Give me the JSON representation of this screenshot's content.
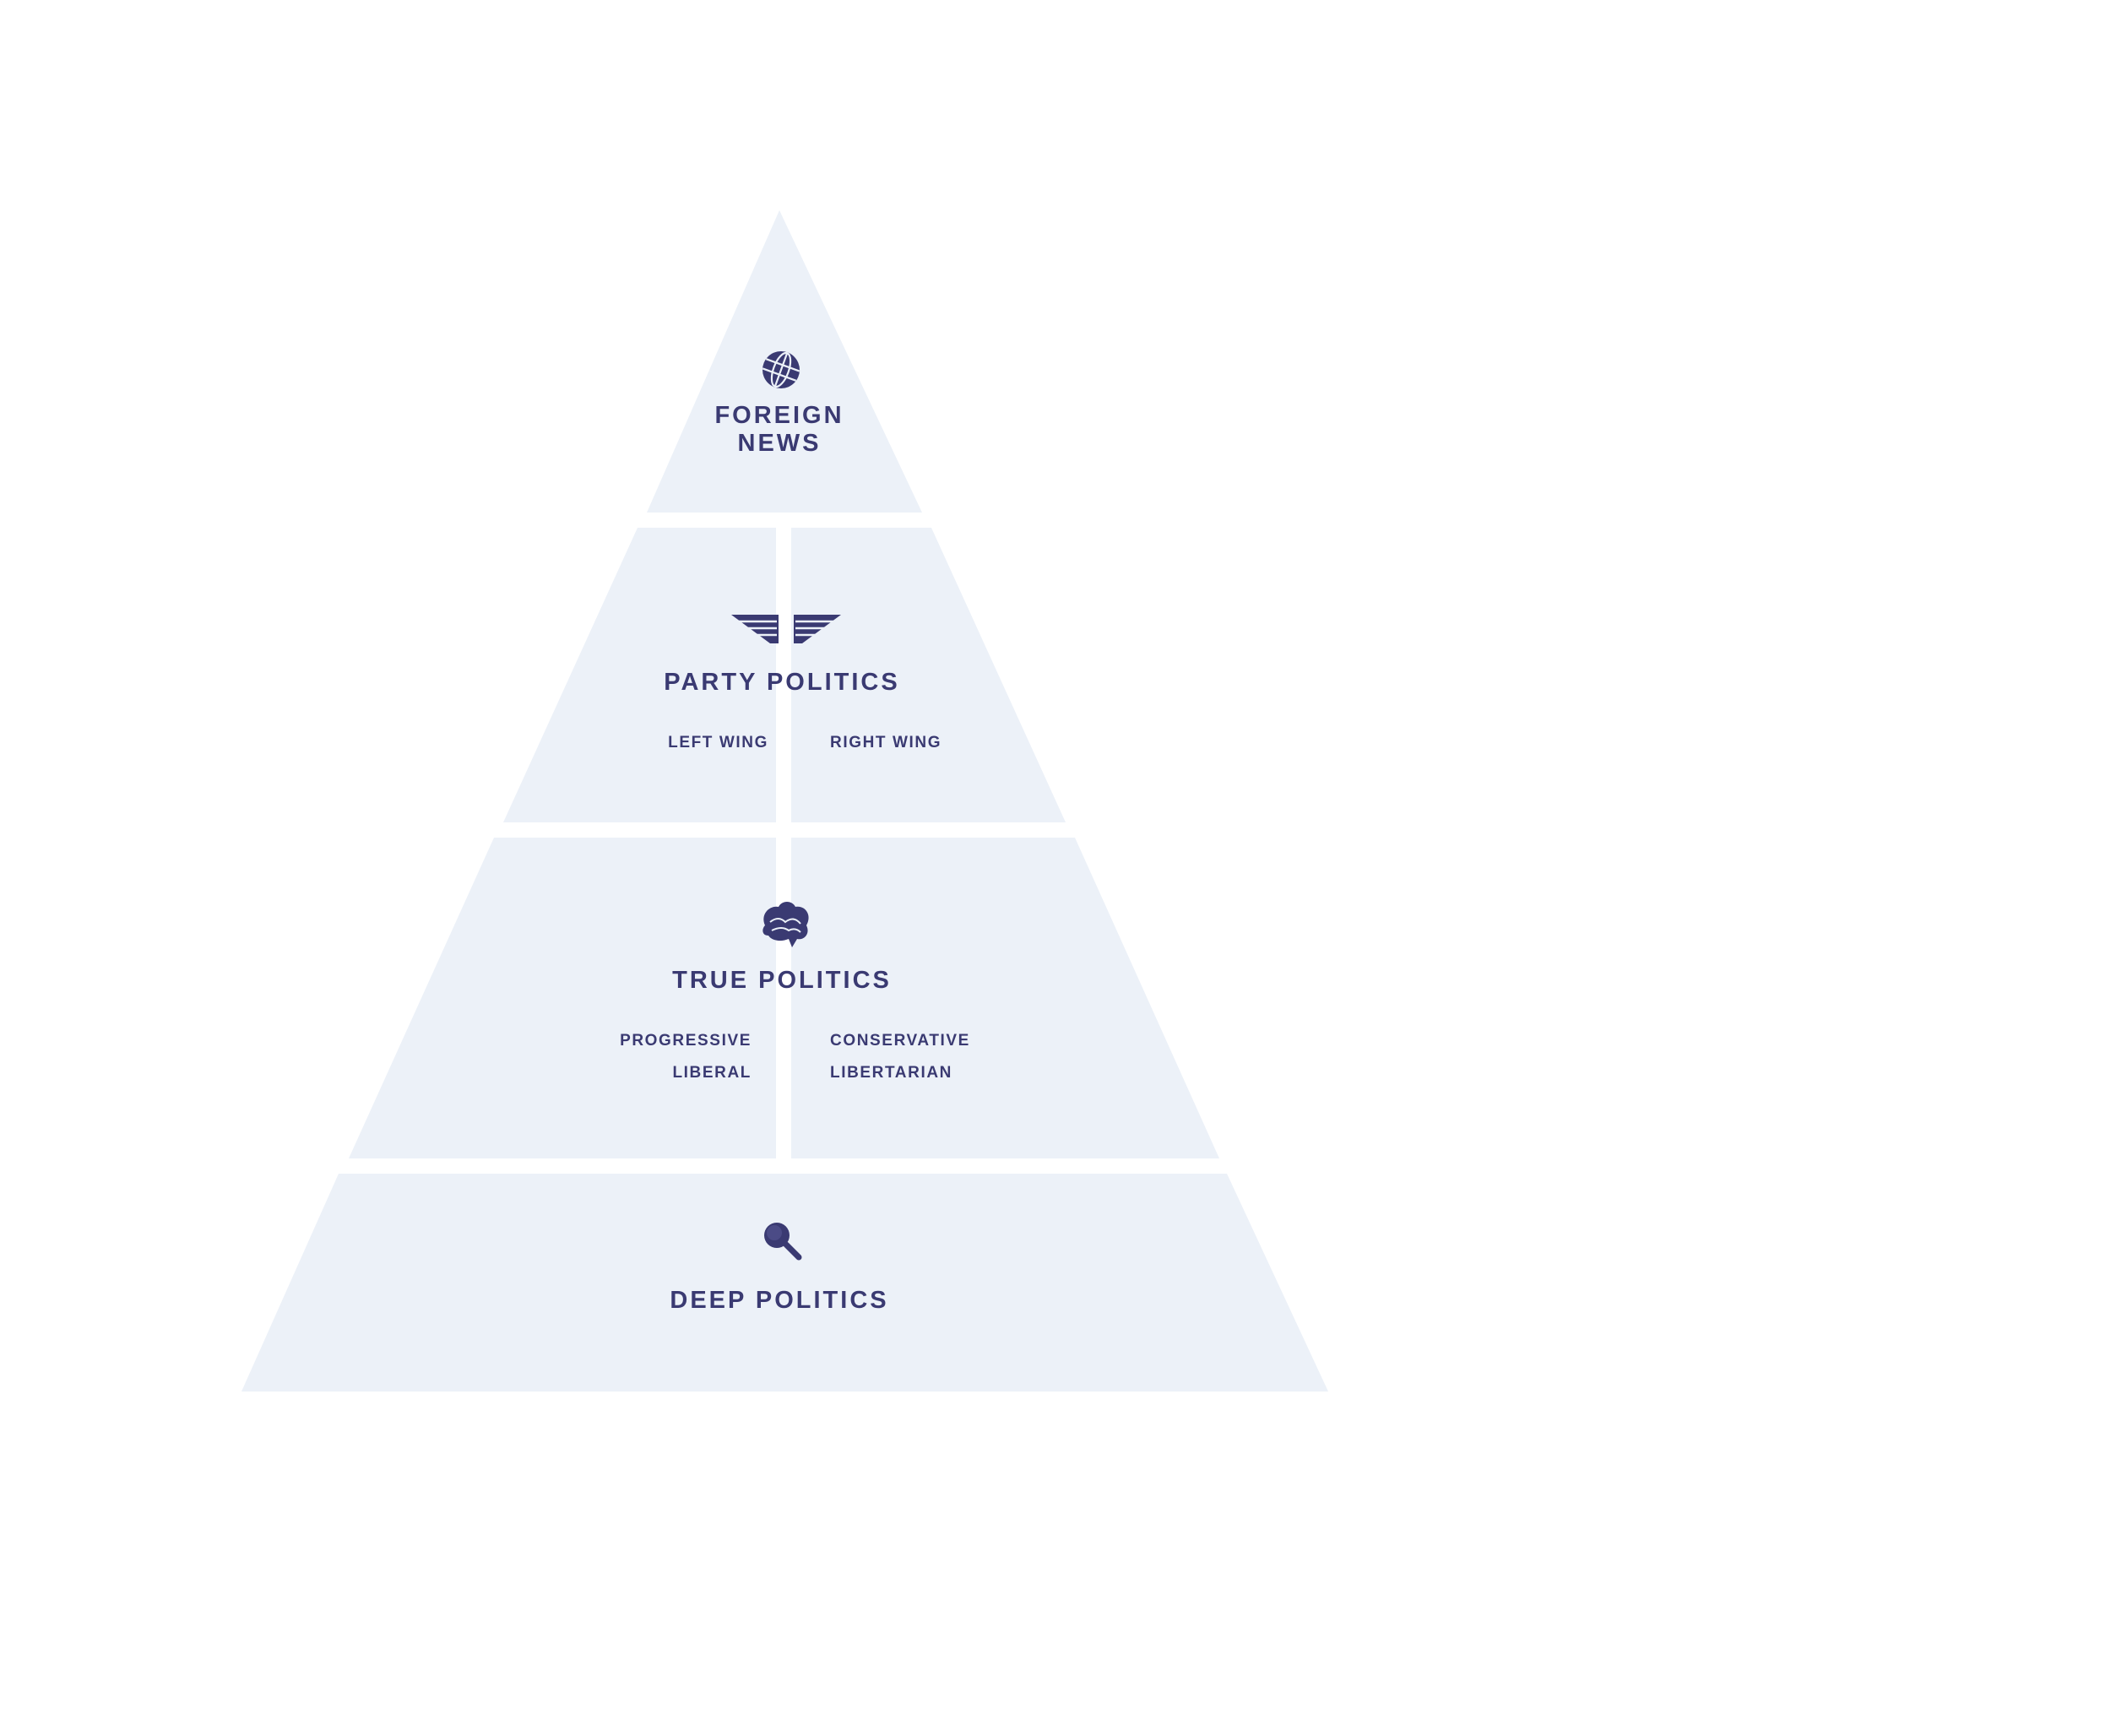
{
  "colors": {
    "tier_fill": "#ecf1f8",
    "ink": "#3a3a72",
    "background": "#ffffff"
  },
  "tiers": [
    {
      "title_line1": "FOREIGN",
      "title_line2": "NEWS",
      "icon": "globe-icon"
    },
    {
      "title": "PARTY POLITICS",
      "icon": "wings-icon",
      "left": [
        "LEFT WING"
      ],
      "right": [
        "RIGHT WING"
      ]
    },
    {
      "title": "TRUE POLITICS",
      "icon": "brain-icon",
      "left": [
        "PROGRESSIVE",
        "LIBERAL"
      ],
      "right": [
        "CONSERVATIVE",
        "LIBERTARIAN"
      ]
    },
    {
      "title": "DEEP POLITICS",
      "icon": "magnifier-icon"
    }
  ]
}
